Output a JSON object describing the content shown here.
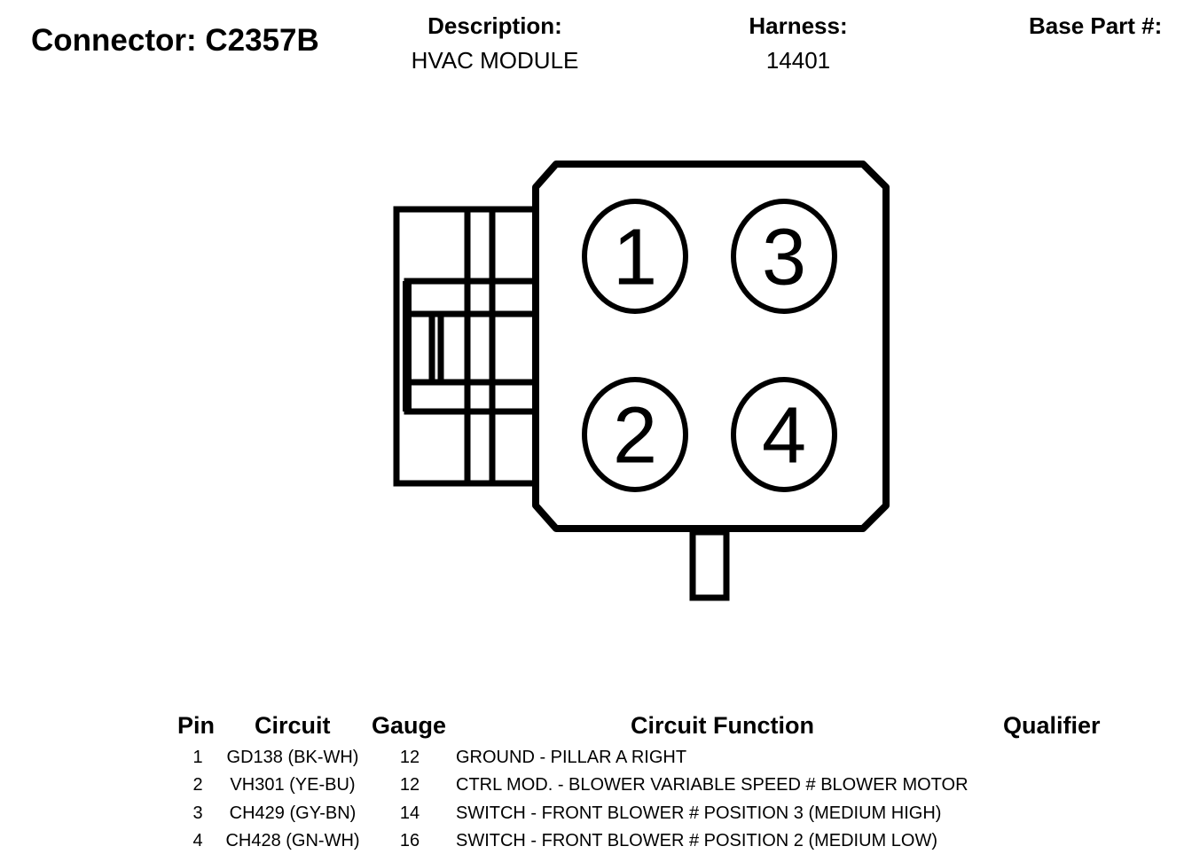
{
  "header": {
    "connector_title": "Connector: C2357B",
    "description_label": "Description:",
    "description_value": "HVAC MODULE",
    "harness_label": "Harness:",
    "harness_value": "14401",
    "base_part_label": "Base Part #:"
  },
  "diagram": {
    "pins": [
      "1",
      "3",
      "2",
      "4"
    ]
  },
  "table": {
    "headers": {
      "pin": "Pin",
      "circuit": "Circuit",
      "gauge": "Gauge",
      "function": "Circuit Function",
      "qualifier": "Qualifier"
    },
    "rows": [
      {
        "pin": "1",
        "circuit": "GD138 (BK-WH)",
        "gauge": "12",
        "function": "GROUND - PILLAR A RIGHT"
      },
      {
        "pin": "2",
        "circuit": "VH301 (YE-BU)",
        "gauge": "12",
        "function": "CTRL MOD. - BLOWER VARIABLE SPEED # BLOWER MOTOR"
      },
      {
        "pin": "3",
        "circuit": "CH429 (GY-BN)",
        "gauge": "14",
        "function": "SWITCH - FRONT BLOWER # POSITION 3 (MEDIUM HIGH)"
      },
      {
        "pin": "4",
        "circuit": "CH428 (GN-WH)",
        "gauge": "16",
        "function": "SWITCH - FRONT BLOWER # POSITION 2 (MEDIUM LOW)"
      }
    ]
  }
}
